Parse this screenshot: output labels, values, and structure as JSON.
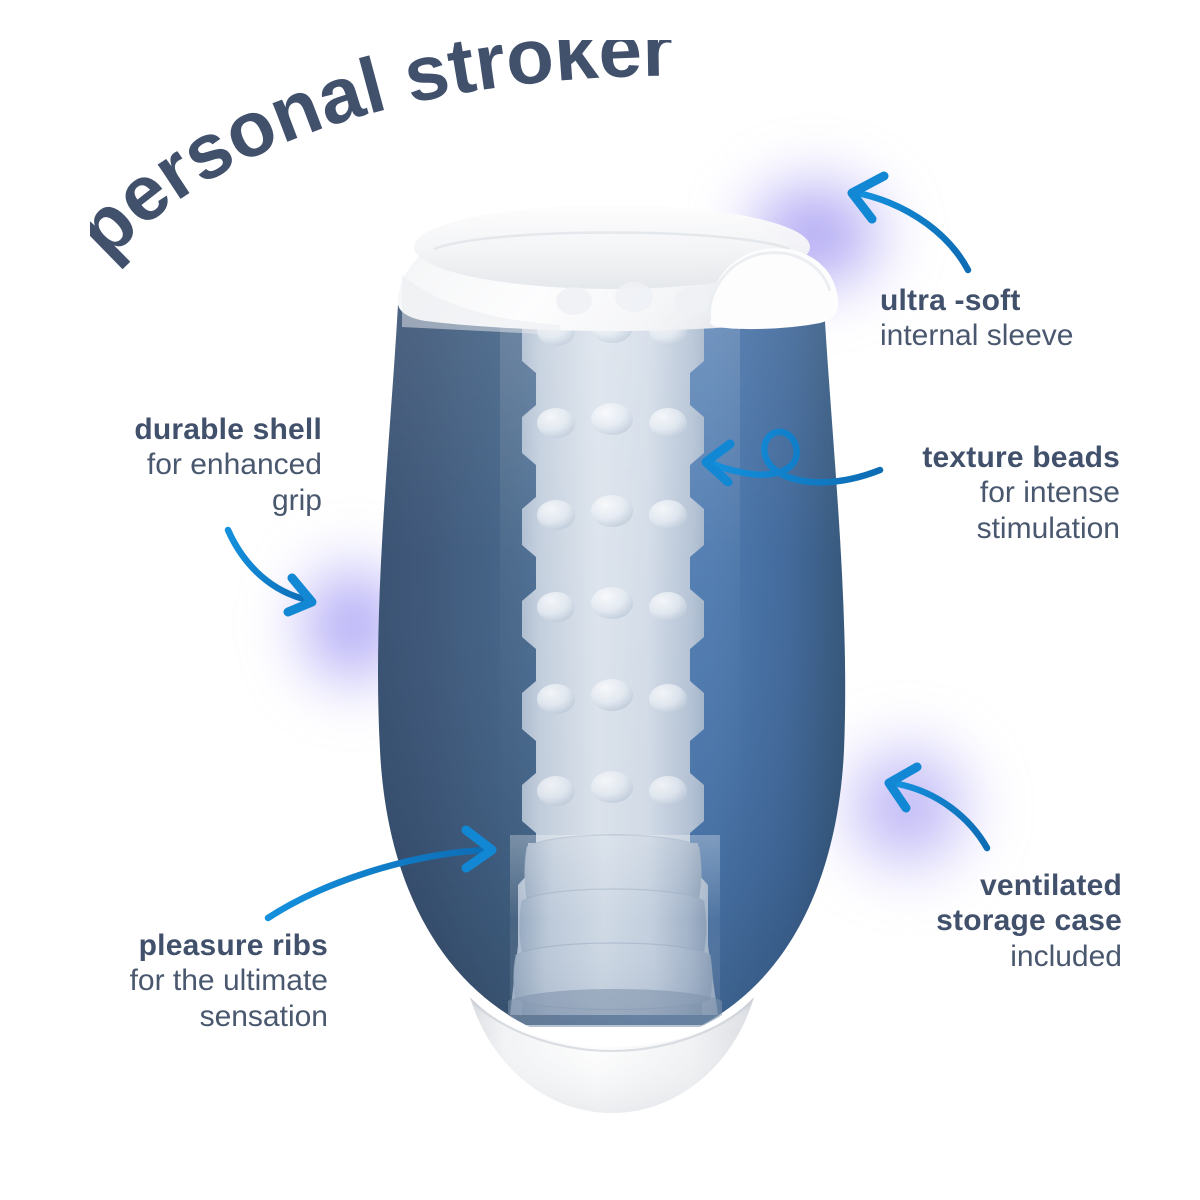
{
  "page": {
    "title": "personal stroker",
    "background_color": "#ffffff"
  },
  "colors": {
    "title_text": "#41506b",
    "label_bold": "#41506b",
    "label_regular": "#4a586f",
    "arrow_blue": "#1284cf",
    "arrow_blue_dark": "#0f6fb8",
    "glow_purple": "#7869eb",
    "shell_dark": "#3b5476",
    "shell_mid": "#4b7ab3",
    "shell_edge": "#3d6494",
    "sleeve_light": "#c9d4e2",
    "sleeve_shadow": "#8fa3bd",
    "cap_white": "#f7f8f9",
    "base_white": "#ffffff"
  },
  "labels": [
    {
      "id": "ultra-soft",
      "lead": "ultra -soft",
      "sub": "internal sleeve",
      "align": "left"
    },
    {
      "id": "texture-beads",
      "lead": "texture beads",
      "sub_line1": "for intense",
      "sub_line2": "stimulation",
      "align": "right"
    },
    {
      "id": "ventilated-storage-case",
      "lead_line1": "ventilated",
      "lead_line2": "storage case",
      "sub": "included",
      "align": "right"
    },
    {
      "id": "durable-shell",
      "lead": "durable shell",
      "sub_line1": "for enhanced",
      "sub_line2": "grip",
      "align": "right"
    },
    {
      "id": "pleasure-ribs",
      "lead": "pleasure ribs",
      "sub_line1": "for the ultimate",
      "sub_line2": "sensation",
      "align": "right"
    }
  ],
  "ultra_soft": {
    "lead": "ultra -soft",
    "sub": "internal sleeve"
  },
  "texture_beads": {
    "lead": "texture beads",
    "sub_line1": "for intense",
    "sub_line2": "stimulation"
  },
  "ventilated": {
    "lead_line1": "ventilated",
    "lead_line2": "storage case",
    "sub": "included"
  },
  "durable_shell": {
    "lead": "durable shell",
    "sub_line1": "for enhanced",
    "sub_line2": "grip"
  },
  "pleasure_ribs": {
    "lead": "pleasure ribs",
    "sub_line1": "for the ultimate",
    "sub_line2": "sensation"
  },
  "icons": {
    "arrow_ultra_soft": "curved-arrow-up-left-icon",
    "arrow_texture_beads": "curved-loop-arrow-left-icon",
    "arrow_ventilated": "curved-arrow-up-left-icon",
    "arrow_durable_shell": "curved-arrow-down-right-icon",
    "arrow_pleasure_ribs": "curved-arrow-right-icon"
  },
  "product": {
    "name": "personal-stroker-device",
    "parts": [
      "white-top-cap",
      "raised-thumb-tab",
      "blue-outer-shell",
      "textured-bead-sleeve",
      "ribbed-sleeve-section",
      "white-base-cup"
    ]
  }
}
